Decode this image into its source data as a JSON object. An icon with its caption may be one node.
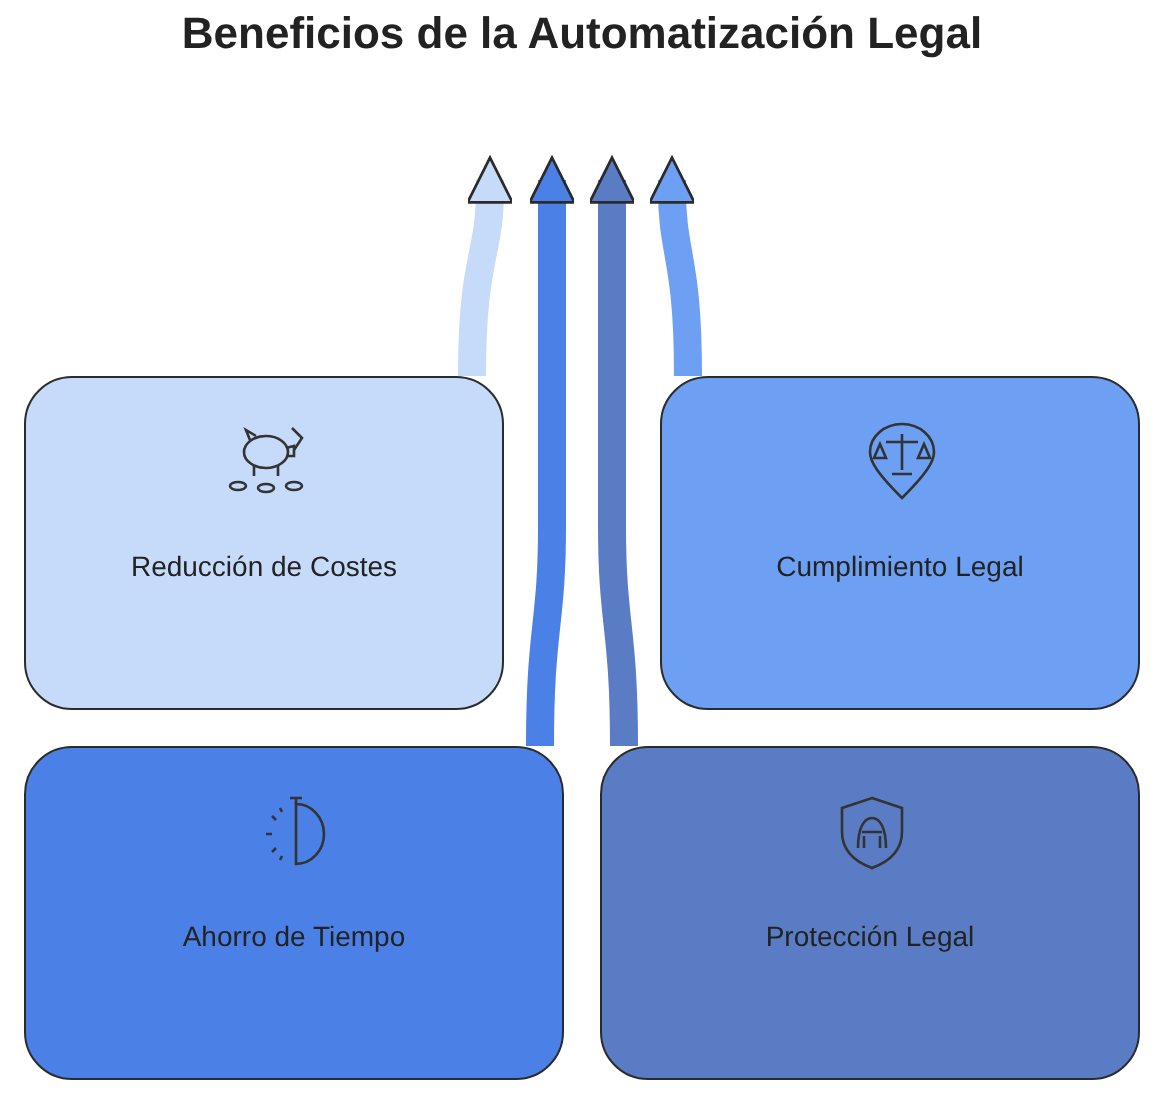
{
  "diagram": {
    "title": "Beneficios de la Automatización Legal",
    "nodes": [
      {
        "text": [
          "Reducción de Costes"
        ]
      },
      {
        "text": [
          "Cumplimiento Legal"
        ]
      },
      {
        "text": [
          "Ahorro de Tiempo"
        ]
      },
      {
        "text": [
          "Protección Legal"
        ]
      }
    ],
    "edges": [
      {
        "from": 0,
        "to": null,
        "arrow": "to",
        "color": "#c6dafa"
      },
      {
        "from": 2,
        "to": null,
        "arrow": "to",
        "color": "#4b80e6"
      },
      {
        "from": 3,
        "to": null,
        "arrow": "to",
        "color": "#5a7cc4"
      },
      {
        "from": 1,
        "to": null,
        "arrow": "to",
        "color": "#6d9ff3"
      }
    ]
  }
}
